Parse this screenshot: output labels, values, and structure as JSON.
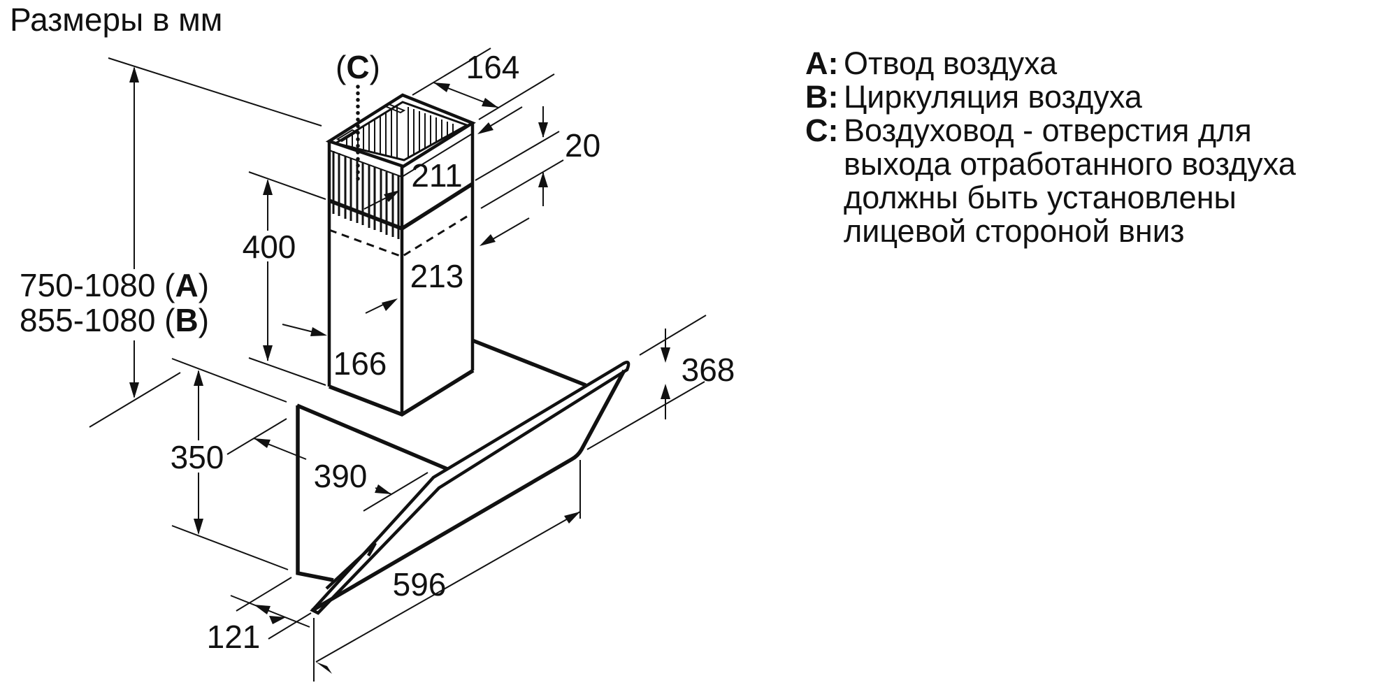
{
  "title": "Размеры в мм",
  "diagram": {
    "c_marker": {
      "prefix": "(",
      "letter": "C",
      "suffix": ")"
    },
    "dims": {
      "top_width": "164",
      "collar": "20",
      "upper_depth": "211",
      "lower_height": "400",
      "lower_depth": "213",
      "lower_width": "166",
      "height_duct": {
        "prefix": "750-1080 (",
        "letter": "A",
        "suffix": ")"
      },
      "height_recirc": {
        "prefix": "855-1080 (",
        "letter": "B",
        "suffix": ")"
      },
      "body_height": "350",
      "body_depth": "390",
      "glass_height": "368",
      "width": "596",
      "bottom_gap": "121"
    }
  },
  "legend": {
    "items": [
      {
        "key": "A:",
        "lines": [
          "Отвод воздуха"
        ]
      },
      {
        "key": "B:",
        "lines": [
          "Циркуляция воздуха"
        ]
      },
      {
        "key": "C:",
        "lines": [
          "Воздуховод - отверстия для",
          "выхода отработанного воздуха",
          "должны быть установлены",
          "лицевой стороной вниз"
        ]
      }
    ]
  }
}
